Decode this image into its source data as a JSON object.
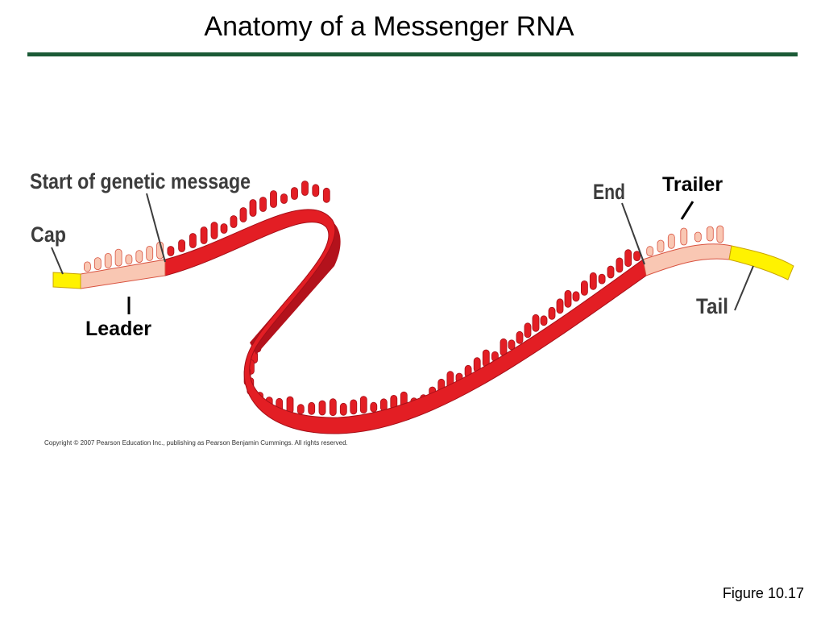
{
  "slide": {
    "title": "Anatomy of a Messenger RNA",
    "figure_number": "Figure 10.17"
  },
  "labels": {
    "start": "Start of genetic message",
    "cap": "Cap",
    "leader": "Leader",
    "end": "End",
    "trailer": "Trailer",
    "tail": "Tail"
  },
  "copyright": "Copyright © 2007 Pearson Education Inc., publishing as Pearson Benjamin Cummings. All rights reserved.",
  "colors": {
    "coding": "#e31e24",
    "coding_dark": "#b3121c",
    "utr": "#f9c7b3",
    "cap_tail": "#fff200",
    "rule": "#1b5a36"
  }
}
